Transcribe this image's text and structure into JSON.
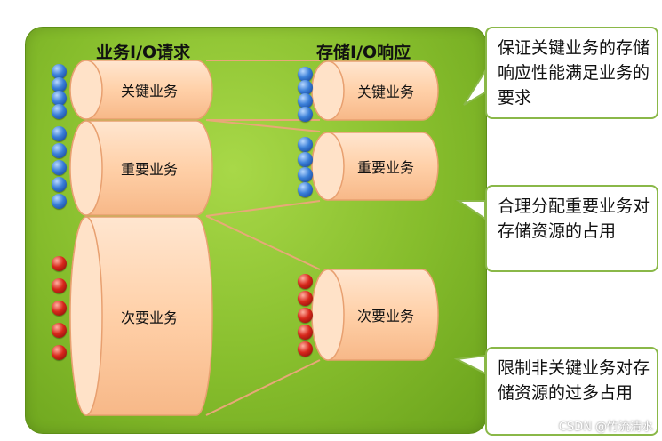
{
  "headers": {
    "requests": "业务I/O请求",
    "responses": "存储I/O响应"
  },
  "cylinders": {
    "left": [
      {
        "label": "关键业务",
        "ball_color": "blue",
        "balls": 4
      },
      {
        "label": "重要业务",
        "ball_color": "blue",
        "balls": 5
      },
      {
        "label": "次要业务",
        "ball_color": "red",
        "balls": 5
      }
    ],
    "right": [
      {
        "label": "关键业务",
        "ball_color": "blue",
        "balls": 4
      },
      {
        "label": "重要业务",
        "ball_color": "blue",
        "balls": 4
      },
      {
        "label": "次要业务",
        "ball_color": "red",
        "balls": 5
      }
    ]
  },
  "callouts": [
    {
      "text": "保证关键业务的存储响应性能满足业务的要求"
    },
    {
      "text": "合理分配重要业务对存储资源的占用"
    },
    {
      "text": "限制非关键业务对存储资源的过多占用"
    }
  ],
  "watermark": "CSDN @竹流清水",
  "colors": {
    "panel": "#86bd2c",
    "cylinder": "#ffd8b8",
    "cylinder_edge": "#e8a070",
    "callout_border": "#8ab848",
    "ball_blue": "#3a7fd8",
    "ball_red": "#d8281c"
  }
}
